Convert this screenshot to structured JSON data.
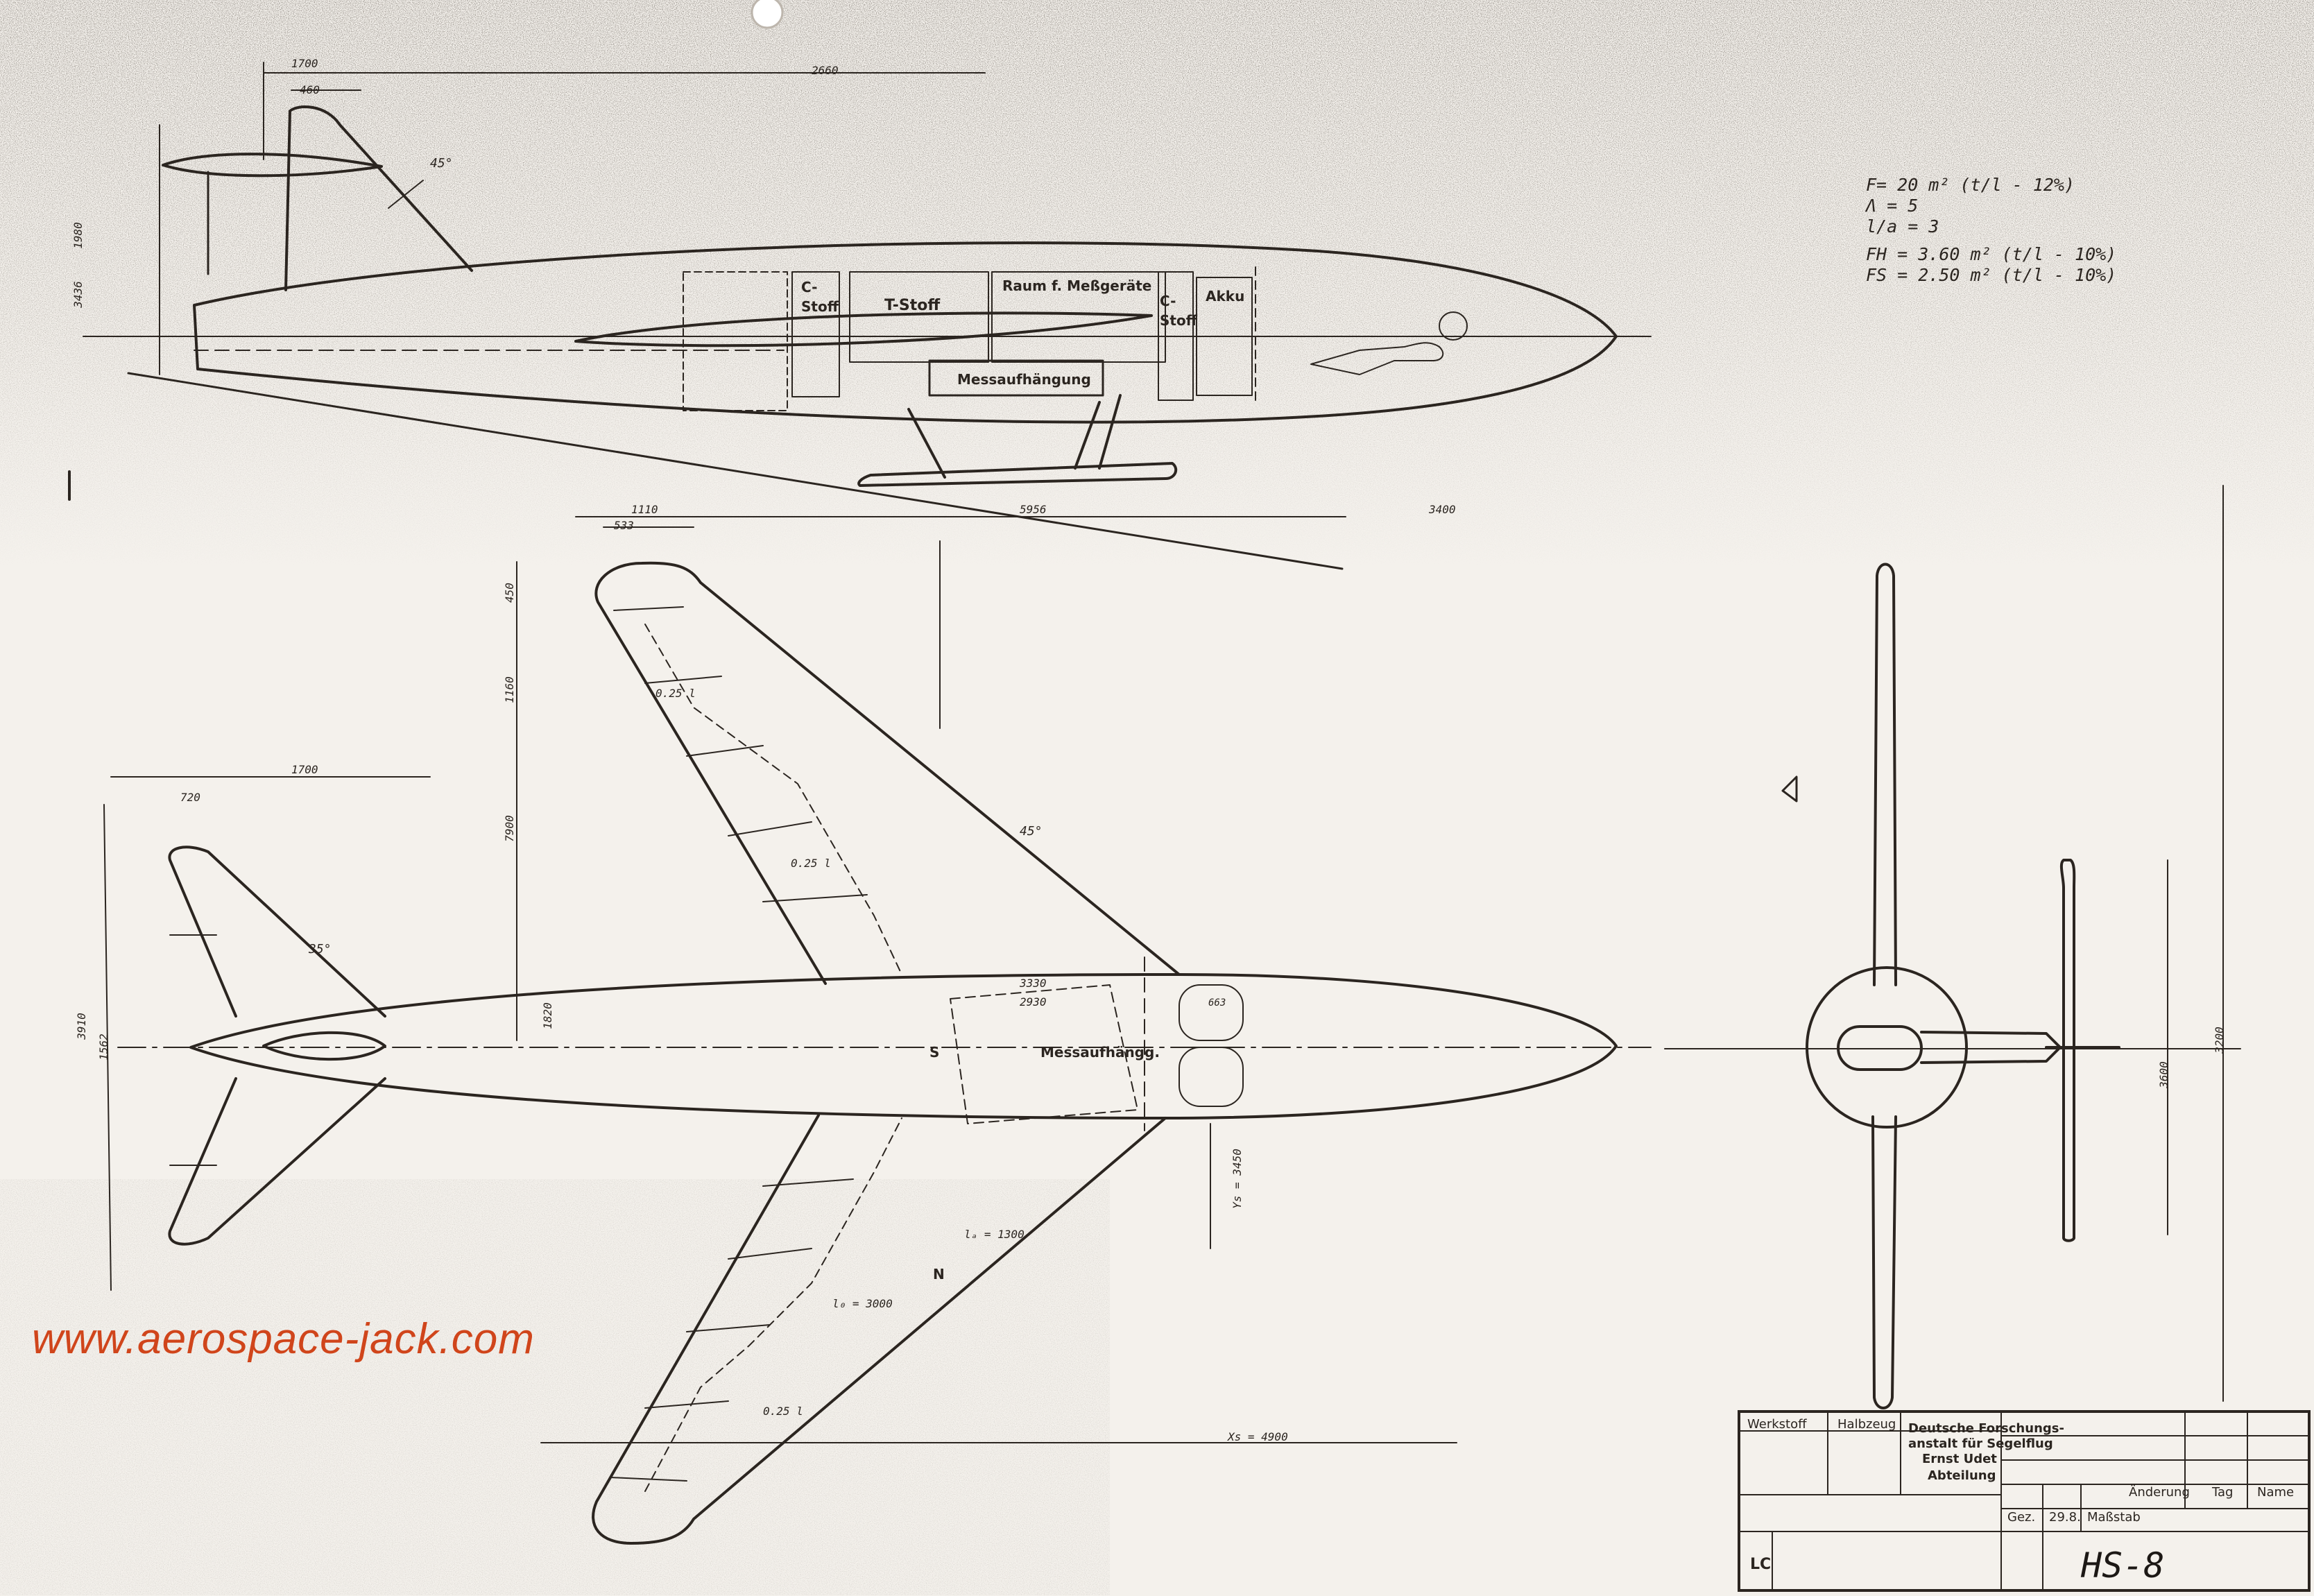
{
  "sheet": {
    "watermark_url": "www.aerospace-jack.com",
    "drawing_number": "HS-8",
    "paper_color": "#f4f1ec",
    "ink_color": "#2b2520",
    "watermark_color": "#d0451b"
  },
  "specs": {
    "line1": "F= 20 m² (t/l - 12%)",
    "line2": "Λ = 5",
    "line3": "l/a = 3",
    "line4": "FH = 3.60 m² (t/l - 10%)",
    "line5": "FS = 2.50 m² (t/l - 10%)"
  },
  "side_view": {
    "label_cstoff_1": "C-\nStoff",
    "label_tstoff": "T-Stoff",
    "label_messgeraete": "Raum f. Meßgeräte",
    "label_cstoff_2": "C-\nStoff",
    "label_akku": "Akku",
    "label_messaufhaengung": "Messaufhängung",
    "dim_top_1": "1700",
    "dim_top_2": "460",
    "dim_top_3": "2660",
    "dim_left_1": "1980",
    "dim_left_2": "3436",
    "dim_bottom_1": "1110",
    "dim_bottom_2": "533",
    "dim_bottom_3": "5956",
    "dim_bottom_4": "3400",
    "angle_tail": "45°"
  },
  "plan_view": {
    "label_messaufhaengung": "Messaufhängg.",
    "label_s": "S",
    "label_n": "N",
    "dim_1": "1700",
    "dim_2": "720",
    "dim_3": "3330",
    "dim_4": "2930",
    "dim_5": "1820",
    "dim_6": "663",
    "dim_7": "0.25 l",
    "dim_8": "0.25 l",
    "dim_9": "0.25 l",
    "angle_wing": "45°",
    "angle_tail": "35°",
    "dim_span_left": "7900",
    "dim_left_a": "3910",
    "dim_left_b": "1562",
    "dim_left_c": "1160",
    "dim_left_d": "450",
    "dim_root": "l₀ = 3000",
    "dim_tip": "lₐ = 1300",
    "dim_half_span": "Xs = 4900",
    "dim_half_span_v": "Ys = 3450"
  },
  "front_view": {
    "dim_1": "3600",
    "dim_2": "3200"
  },
  "title_block": {
    "org_line1": "Deutsche Forschungs-",
    "org_line2": "anstalt für Segelflug",
    "org_line3": "Ernst Udet",
    "org_line4": "Abteilung",
    "field_werkstoff": "Werkstoff",
    "field_halbzeug": "Halbzeug",
    "field_aenderung": "Änderung",
    "field_tag": "Tag",
    "field_name": "Name",
    "field_gez": "Gez.",
    "field_date": "29.8.",
    "field_massstab": "Maßstab",
    "field_lc": "LC"
  }
}
